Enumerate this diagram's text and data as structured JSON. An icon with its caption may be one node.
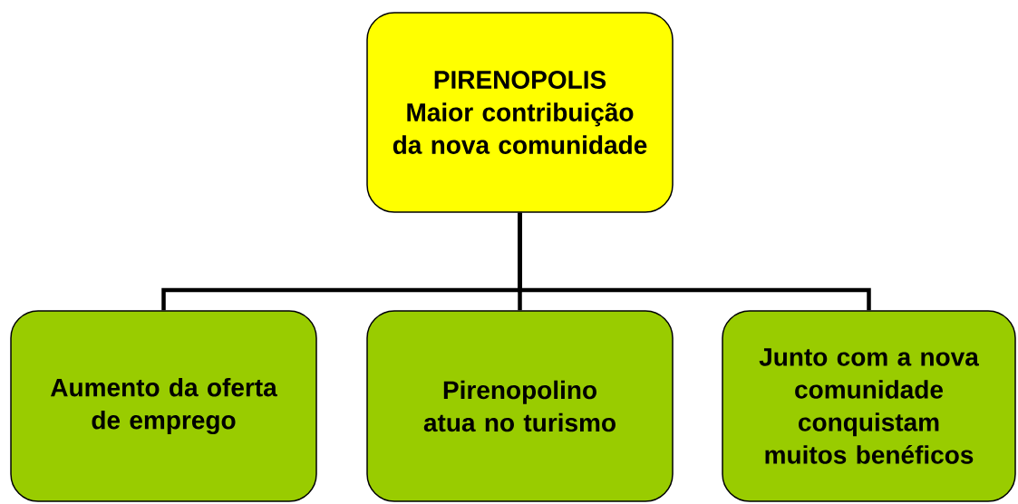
{
  "diagram": {
    "nodes": [
      {
        "text": [
          "PIRENOPOLIS",
          "Maior contribuição da nova comunidade"
        ]
      },
      {
        "text": [
          "Aumento da oferta de emprego"
        ]
      },
      {
        "text": [
          "Pirenopolino atua no turismo"
        ]
      },
      {
        "text": [
          "Junto com a nova comunidade conquistam muitos benéficos"
        ]
      }
    ],
    "edges": [
      {
        "from": 0,
        "to": 1,
        "arrow": "none"
      },
      {
        "from": 0,
        "to": 2,
        "arrow": "none"
      },
      {
        "from": 0,
        "to": 3,
        "arrow": "none"
      }
    ]
  }
}
